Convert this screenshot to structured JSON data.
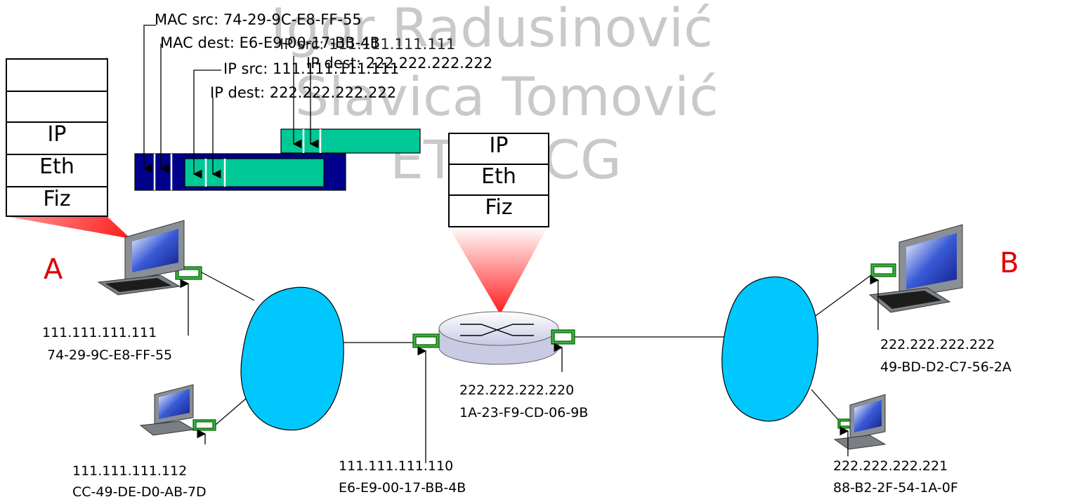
{
  "watermark": {
    "line1": "Igor Radusinović",
    "line2": "Slavica Tomović",
    "line3": "ETF UCG"
  },
  "frame_labels": {
    "mac_src": "MAC src: 74-29-9C-E8-FF-55",
    "mac_dest": "MAC dest: E6-E9-00-17-BB-4B",
    "ip_src": "IP src: 111.111.111.111",
    "ip_dest": "IP dest: 222.222.222.222",
    "ip_src_overlay": "IP src: 111.111.111.111",
    "ip_dest_overlay": "IP dest: 222.222.222.222"
  },
  "host_stack": {
    "layers": [
      "",
      "",
      "IP",
      "Eth",
      "Fiz"
    ]
  },
  "router_stack": {
    "layers": [
      "IP",
      "Eth",
      "Fiz"
    ]
  },
  "nodes": {
    "host_a": {
      "name": "A",
      "ip": "111.111.111.111",
      "mac": "74-29-9C-E8-FF-55"
    },
    "host_a2": {
      "ip": "111.111.111.112",
      "mac": "CC-49-DE-D0-AB-7D"
    },
    "router_left": {
      "ip": "111.111.111.110",
      "mac": "E6-E9-00-17-BB-4B"
    },
    "router_right": {
      "ip": "222.222.222.220",
      "mac": "1A-23-F9-CD-06-9B"
    },
    "host_b": {
      "name": "B",
      "ip": "222.222.222.222",
      "mac": "49-BD-D2-C7-56-2A"
    },
    "host_b2": {
      "ip": "222.222.222.221",
      "mac": "88-B2-2F-54-1A-0F"
    }
  },
  "colors": {
    "frame": "#00008b",
    "datagram": "#00c896",
    "network_cloud": "#00c8ff",
    "adapter": "#008000",
    "callout": "#ff2020",
    "accent_text": "#e00000"
  }
}
